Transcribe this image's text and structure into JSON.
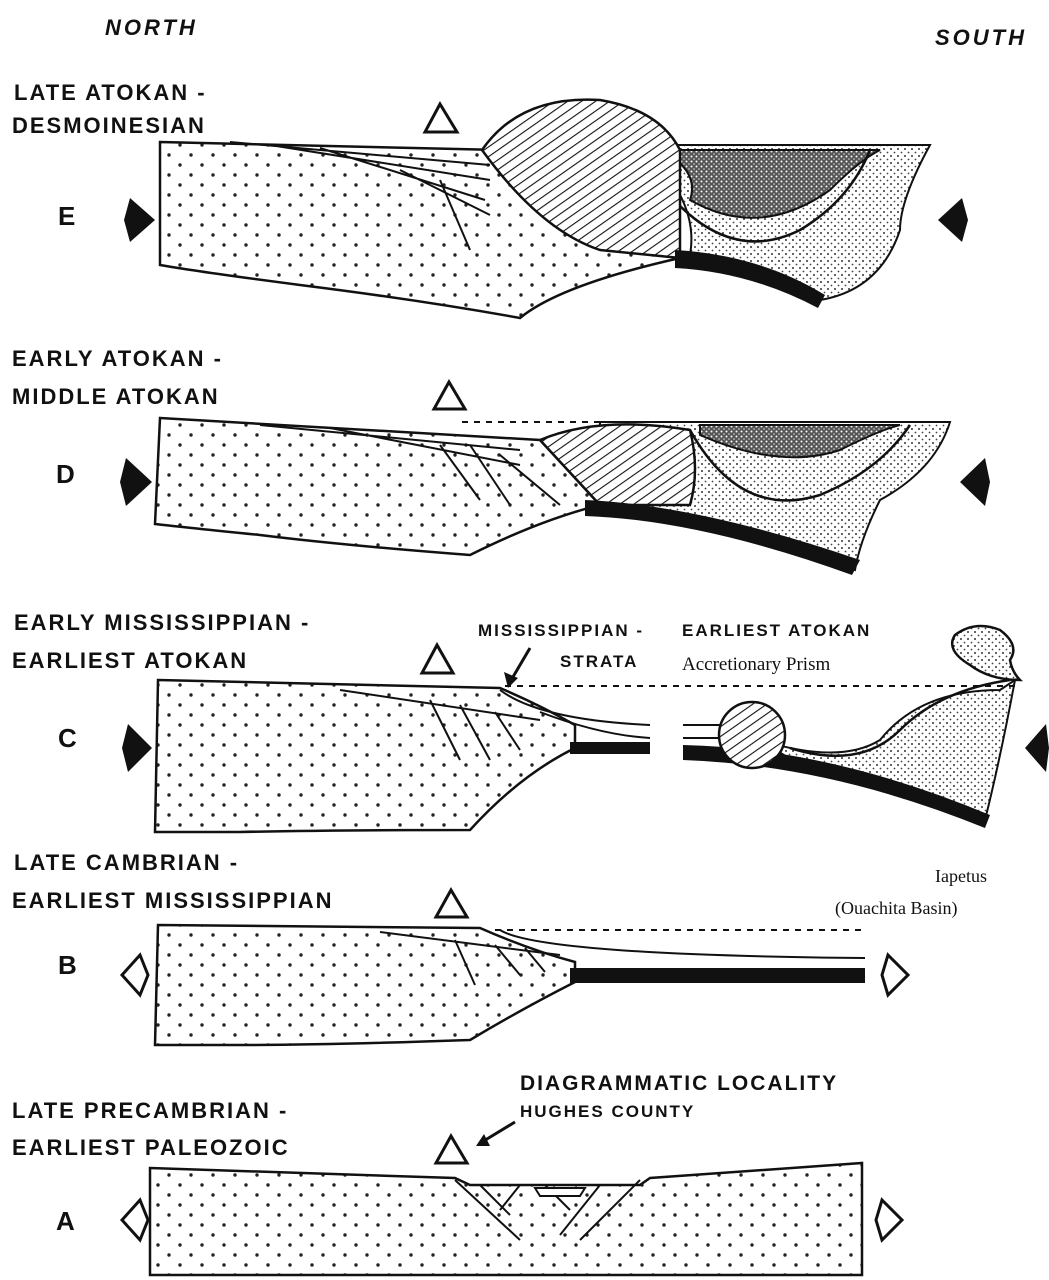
{
  "directions": {
    "north": "NORTH",
    "south": "SOUTH"
  },
  "panels": [
    {
      "letter": "E",
      "age_line1": "LATE ATOKAN -",
      "age_line2": "DESMOINESIAN"
    },
    {
      "letter": "D",
      "age_line1": "EARLY ATOKAN -",
      "age_line2": "MIDDLE ATOKAN"
    },
    {
      "letter": "C",
      "age_line1": "EARLY MISSISSIPPIAN -",
      "age_line2": "EARLIEST ATOKAN"
    },
    {
      "letter": "B",
      "age_line1": "LATE CAMBRIAN -",
      "age_line2": "EARLIEST MISSISSIPPIAN"
    },
    {
      "letter": "A",
      "age_line1": "LATE PRECAMBRIAN -",
      "age_line2": "EARLIEST PALEOZOIC"
    }
  ],
  "annotations": {
    "c_strata_line1": "MISSISSIPPIAN -",
    "c_strata_line2": "STRATA",
    "c_prism_line1": "EARLIEST ATOKAN",
    "c_prism_line2": "Accretionary Prism",
    "b_basin_line1": "Iapetus",
    "b_basin_line2": "(Ouachita Basin)",
    "a_locality_line1": "DIAGRAMMATIC LOCALITY",
    "a_locality_line2": "HUGHES COUNTY"
  }
}
